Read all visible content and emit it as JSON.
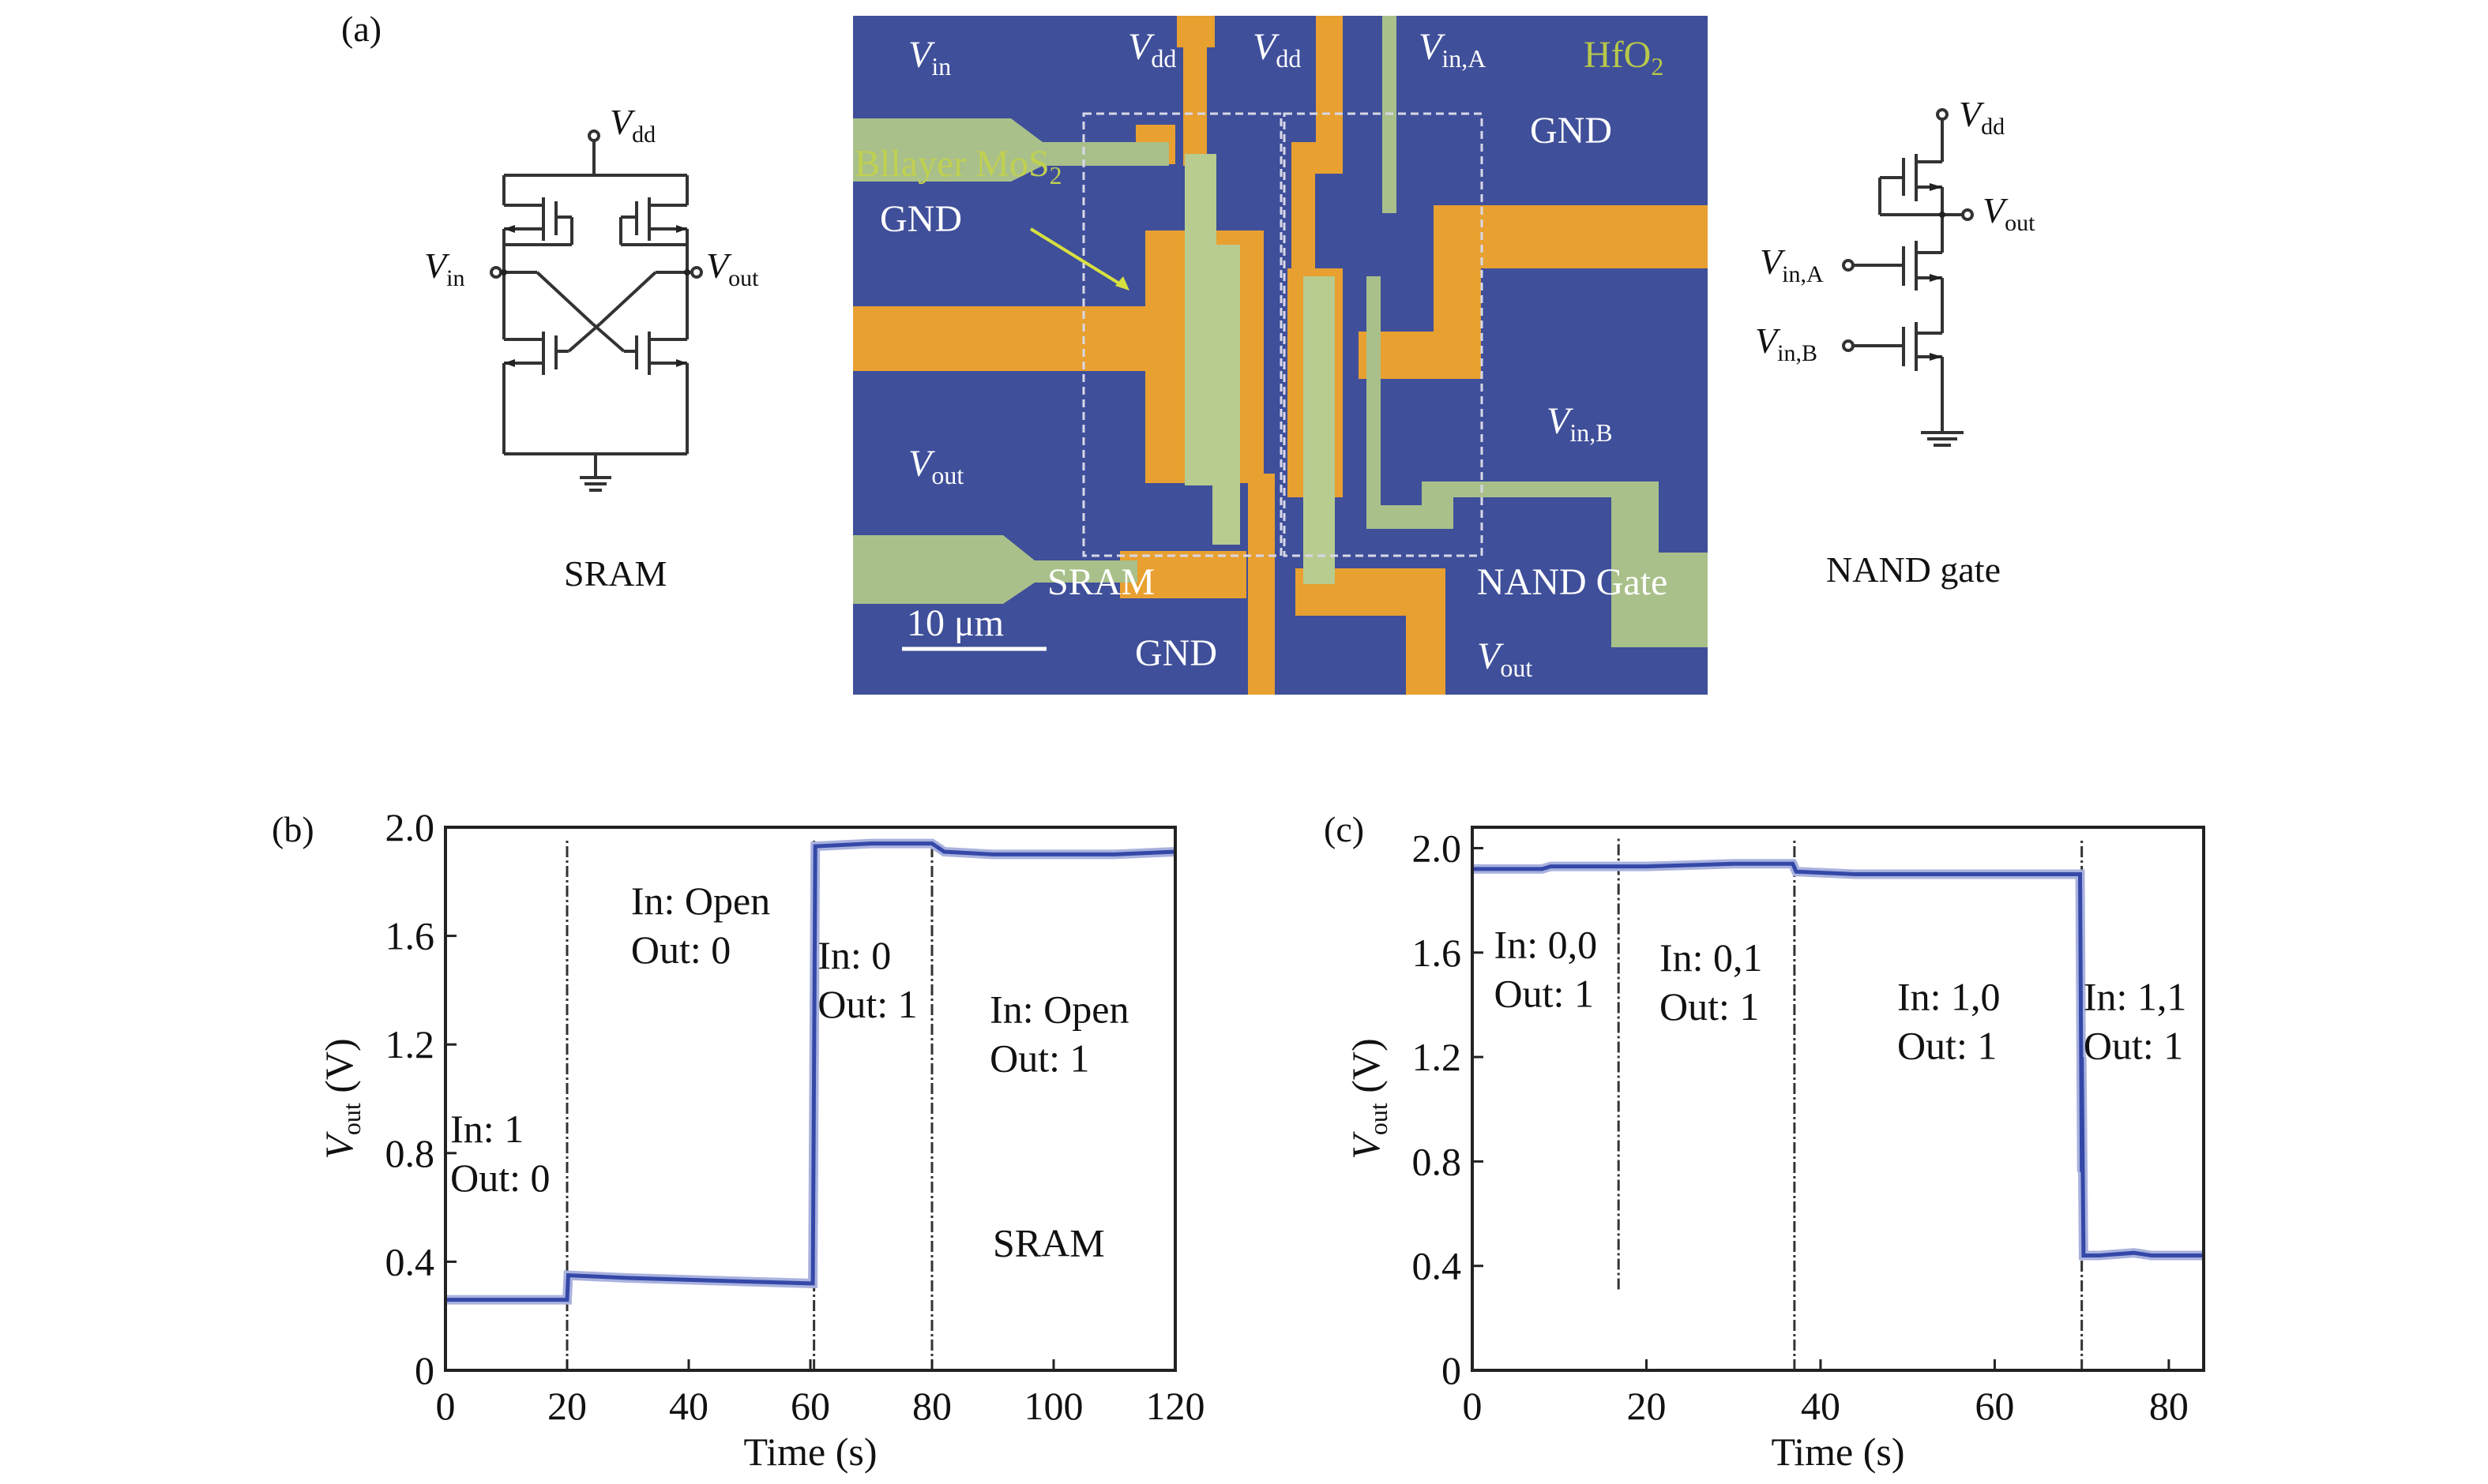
{
  "panel_a": {
    "label": "(a)",
    "sram_schematic": {
      "title": "SRAM",
      "vdd": {
        "main": "V",
        "sub": "dd"
      },
      "vin": {
        "main": "V",
        "sub": "in"
      },
      "vout": {
        "main": "V",
        "sub": "out"
      }
    },
    "micrograph": {
      "labels": {
        "vin": {
          "main": "V",
          "sub": "in"
        },
        "vdd1": {
          "main": "V",
          "sub": "dd"
        },
        "vdd2": {
          "main": "V",
          "sub": "dd"
        },
        "vina": {
          "main": "V",
          "sub": "in,A"
        },
        "hfo2": {
          "main": "HfO",
          "sub": "2"
        },
        "bilayer": {
          "main": "Bllayer MoS",
          "sub": "2"
        },
        "gnd_left": "GND",
        "gnd_right": "GND",
        "gnd_bottom": "GND",
        "vinb": {
          "main": "V",
          "sub": "in,B"
        },
        "vout_left": {
          "main": "V",
          "sub": "out"
        },
        "vout_bottom": {
          "main": "V",
          "sub": "out"
        },
        "sram": "SRAM",
        "nand": "NAND Gate",
        "scale_bar": "10 μm"
      },
      "colors": {
        "substrate": "#3f4f9a",
        "gold": "#e8a030",
        "mos2": "#a9c08a",
        "hfo2_text": "#b8c84a"
      }
    },
    "nand_schematic": {
      "title": "NAND gate",
      "vdd": {
        "main": "V",
        "sub": "dd"
      },
      "vout": {
        "main": "V",
        "sub": "out"
      },
      "vina": {
        "main": "V",
        "sub": "in,A"
      },
      "vinb": {
        "main": "V",
        "sub": "in,B"
      }
    }
  },
  "chart_data": [
    {
      "panel": "(b)",
      "type": "line",
      "title": "",
      "xlabel": "Time (s)",
      "ylabel": {
        "main": "V",
        "sub": "out",
        "unit": " (V)"
      },
      "xlim": [
        0,
        120
      ],
      "ylim": [
        0,
        2.0
      ],
      "xticks": [
        0,
        20,
        40,
        60,
        80,
        100,
        120
      ],
      "yticks": [
        0,
        0.4,
        0.8,
        1.2,
        1.6,
        2.0
      ],
      "ytick_labels": [
        "0",
        "0.4",
        "0.8",
        "1.2",
        "1.6",
        "2.0"
      ],
      "grid": false,
      "line_color": "#3448a8",
      "series": [
        {
          "name": "Vout",
          "points": [
            [
              0,
              0.26
            ],
            [
              20,
              0.26
            ],
            [
              20.2,
              0.35
            ],
            [
              30,
              0.34
            ],
            [
              45,
              0.33
            ],
            [
              60,
              0.32
            ],
            [
              60.4,
              0.32
            ],
            [
              60.8,
              1.93
            ],
            [
              70,
              1.94
            ],
            [
              80,
              1.94
            ],
            [
              82,
              1.91
            ],
            [
              90,
              1.9
            ],
            [
              110,
              1.9
            ],
            [
              120,
              1.91
            ]
          ]
        }
      ],
      "dividers": [
        20,
        60.6,
        80
      ],
      "annotations": [
        {
          "lines": [
            "In: 1",
            "Out: 0"
          ],
          "x": 0.8,
          "y": 0.84
        },
        {
          "lines": [
            "In: Open",
            "Out: 0"
          ],
          "x": 30.5,
          "y": 1.68
        },
        {
          "lines": [
            "In: 0",
            "Out: 1"
          ],
          "x": 61.2,
          "y": 1.48
        },
        {
          "lines": [
            "In: Open",
            "Out: 1"
          ],
          "x": 89.5,
          "y": 1.28
        },
        {
          "lines": [
            "SRAM"
          ],
          "x": 90,
          "y": 0.42
        }
      ]
    },
    {
      "panel": "(c)",
      "type": "line",
      "title": "",
      "xlabel": "Time (s)",
      "ylabel": {
        "main": "V",
        "sub": "out",
        "unit": " (V)"
      },
      "xlim": [
        0,
        84
      ],
      "ylim": [
        0,
        2.08
      ],
      "xticks": [
        0,
        20,
        40,
        60,
        80
      ],
      "yticks": [
        0,
        0.4,
        0.8,
        1.2,
        1.6,
        2.0
      ],
      "ytick_labels": [
        "0",
        "0.4",
        "0.8",
        "1.2",
        "1.6",
        "2.0"
      ],
      "grid": false,
      "line_color": "#3448a8",
      "series": [
        {
          "name": "Vout",
          "points": [
            [
              0,
              1.92
            ],
            [
              8,
              1.92
            ],
            [
              9,
              1.93
            ],
            [
              20,
              1.93
            ],
            [
              30,
              1.94
            ],
            [
              36.8,
              1.94
            ],
            [
              37.2,
              1.91
            ],
            [
              44,
              1.9
            ],
            [
              69.8,
              1.9
            ],
            [
              70,
              0.76
            ],
            [
              70,
              1.2
            ],
            [
              70.2,
              0.44
            ],
            [
              72,
              0.44
            ],
            [
              76,
              0.45
            ],
            [
              78,
              0.44
            ],
            [
              84,
              0.44
            ]
          ]
        }
      ],
      "dividers": [
        {
          "x": 16.8,
          "ymin": 0.31
        },
        {
          "x": 37,
          "ymin": 0
        },
        {
          "x": 70,
          "ymin": 0
        }
      ],
      "annotations": [
        {
          "lines": [
            "In: 0,0",
            "Out: 1"
          ],
          "x": 2.5,
          "y": 1.58
        },
        {
          "lines": [
            "In: 0,1",
            "Out: 1"
          ],
          "x": 21.5,
          "y": 1.53
        },
        {
          "lines": [
            "In: 1,0",
            "Out: 1"
          ],
          "x": 48.8,
          "y": 1.38
        },
        {
          "lines": [
            "In: 1,1",
            "Out: 1"
          ],
          "x": 70.2,
          "y": 1.38
        }
      ]
    }
  ]
}
